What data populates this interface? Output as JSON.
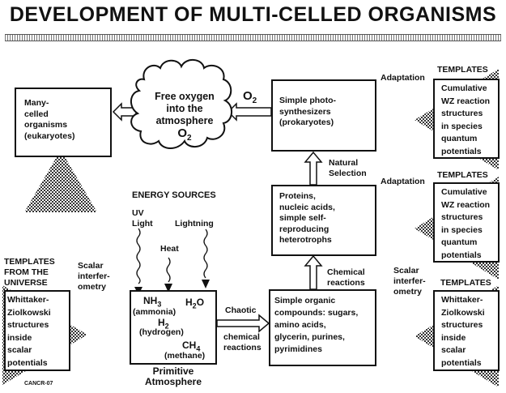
{
  "title": "DEVELOPMENT OF MULTI-CELLED ORGANISMS",
  "code": "CANCR-07",
  "boxes": {
    "many_celled": "Many-\ncelled\norganisms\n(eukaryotes)",
    "photosynth": "Simple photo-\nsynthesizers\n(prokaryotes)",
    "proteins": "Proteins,\nnucleic acids,\nsimple self-\nreproducing\nheterotrophs",
    "organic": "Simple organic\ncompounds: sugars,\namino acids,\nglycerin, purines,\npyrimidines",
    "templates_right": "Cumulative\nWZ reaction\nstructures\nin species\nquantum\npotentials",
    "templates_right2": "Cumulative\nWZ reaction\nstructures\nin species\nquantum\npotentials",
    "wz_right": "Whittaker-\nZiolkowski\nstructures\ninside\nscalar\npotentials",
    "wz_left": "Whittaker-\nZiolkowski\nstructures\ninside\nscalar\npotentials"
  },
  "cloud": {
    "text": "Free oxygen\ninto the\natmosphere",
    "o2": "O",
    "o2_sub": "2"
  },
  "o2_label": {
    "base": "O",
    "sub": "2"
  },
  "labels": {
    "adaptation_1": "Adaptation",
    "adaptation_2": "Adaptation",
    "templates_1": "TEMPLATES",
    "templates_2": "TEMPLATES",
    "templates_3": "TEMPLATES",
    "natural_selection": "Natural\nSelection",
    "chemical_reactions": "Chemical\nreactions",
    "chaotic": "Chaotic",
    "chemical_reactions_2": "chemical\nreactions",
    "scalar_left": "Scalar\ninterfer-\nometry",
    "scalar_right": "Scalar\ninterfer-\nometry",
    "templates_universe": "TEMPLATES\nFROM THE\nUNIVERSE",
    "primitive_atmosphere": "Primitive\nAtmosphere"
  },
  "energy": {
    "heading": "ENERGY SOURCES",
    "uv": "UV\nLight",
    "heat": "Heat",
    "lightning": "Lightning"
  },
  "atmosphere": {
    "nh3_base": "NH",
    "nh3_sub": "3",
    "ammonia": "(ammonia)",
    "h2o_base": "H",
    "h2o_sub": "2",
    "h2o_tail": "O",
    "h2_base": "H",
    "h2_sub": "2",
    "hydrogen": "(hydrogen)",
    "ch4_base": "CH",
    "ch4_sub": "4",
    "methane": "(methane)"
  }
}
